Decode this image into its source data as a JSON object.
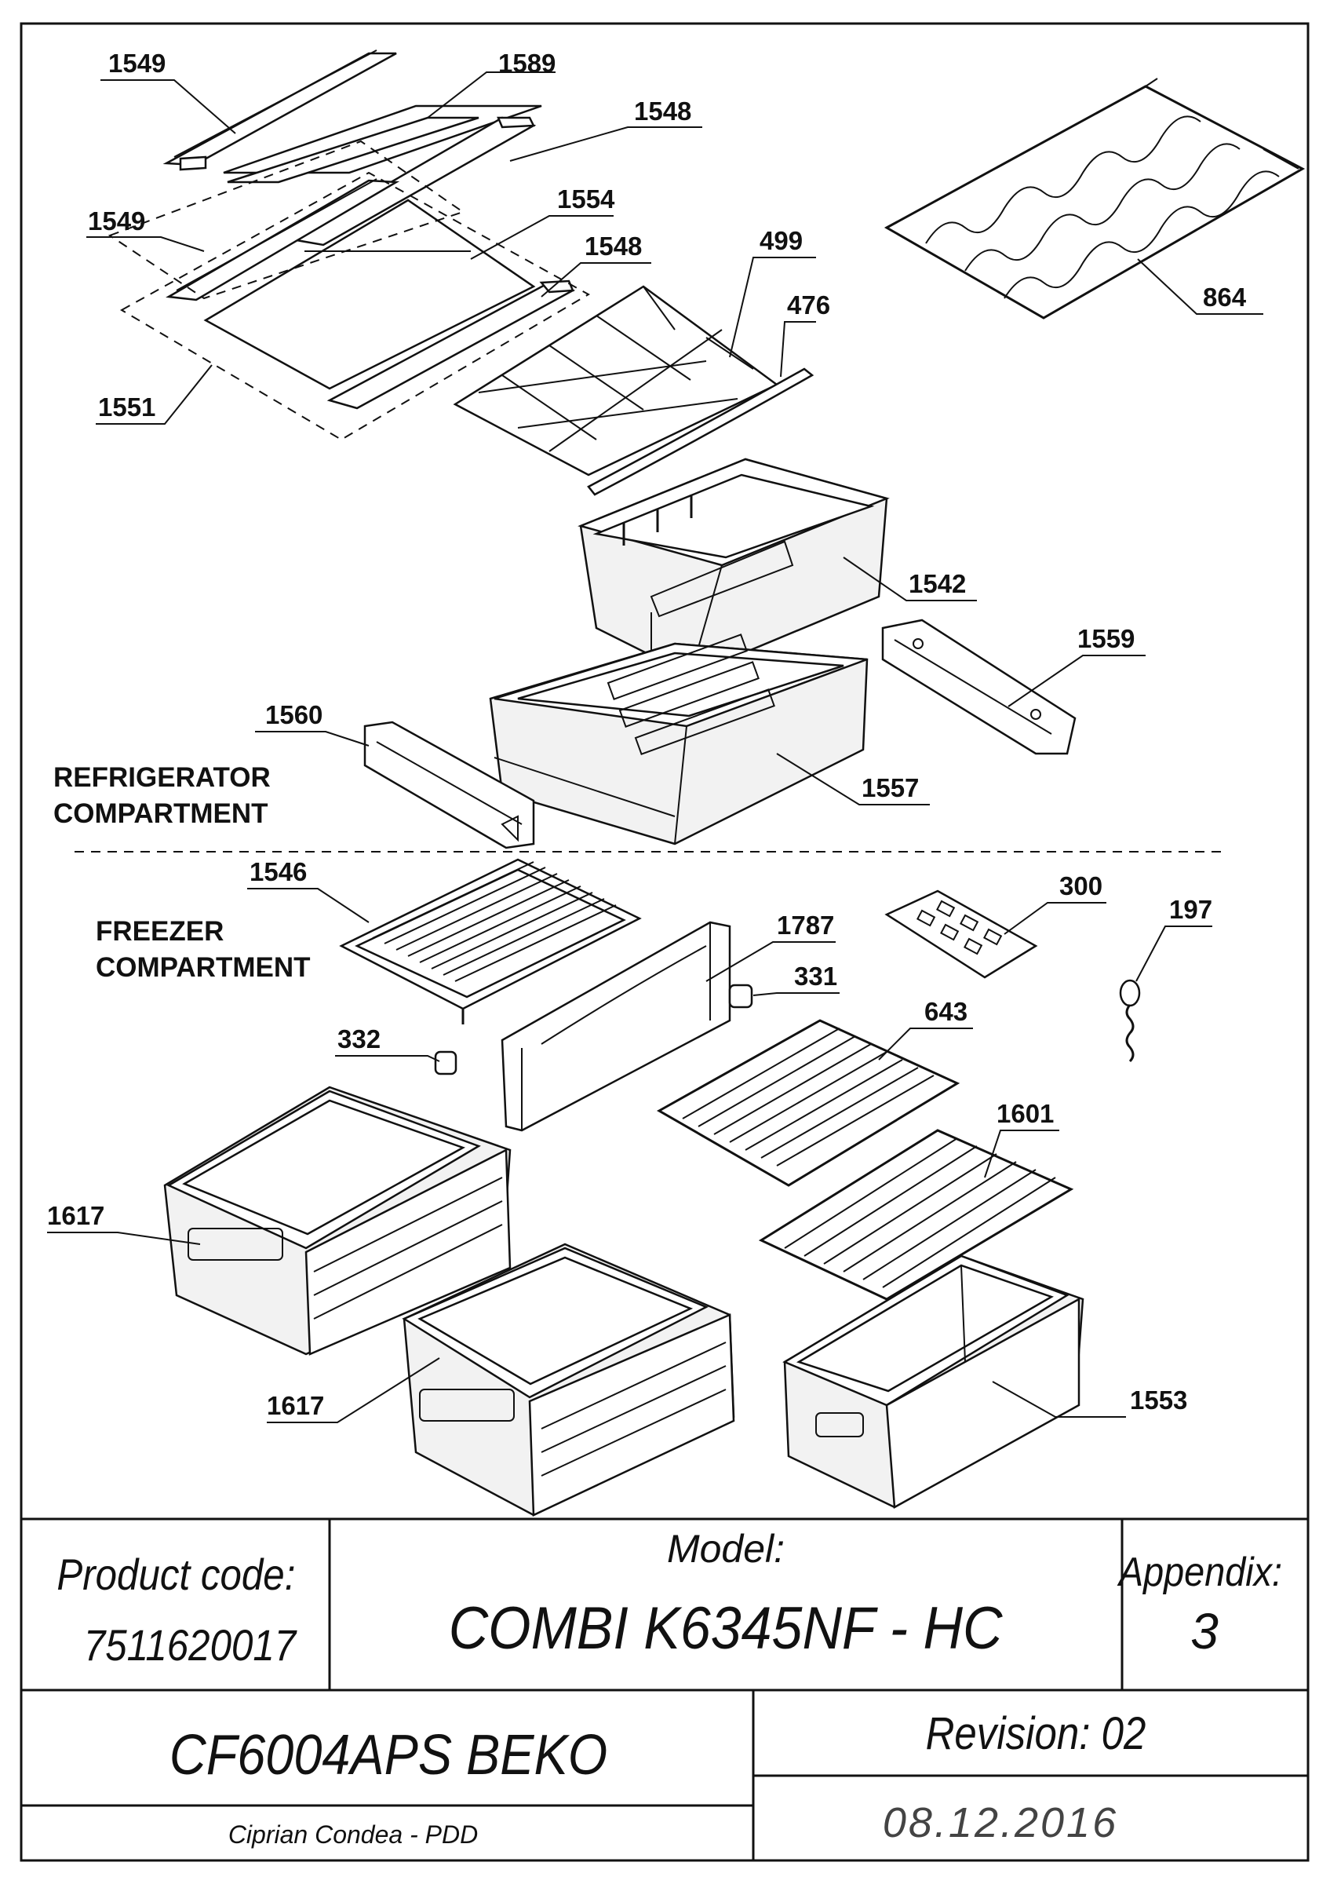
{
  "parts": [
    {
      "id": "p1549a",
      "label": "1549"
    },
    {
      "id": "p1589",
      "label": "1589"
    },
    {
      "id": "p1548a",
      "label": "1548"
    },
    {
      "id": "p1549b",
      "label": "1549"
    },
    {
      "id": "p1554",
      "label": "1554"
    },
    {
      "id": "p1548b",
      "label": "1548"
    },
    {
      "id": "p499",
      "label": "499"
    },
    {
      "id": "p476",
      "label": "476"
    },
    {
      "id": "p1551",
      "label": "1551"
    },
    {
      "id": "p864",
      "label": "864"
    },
    {
      "id": "p1542",
      "label": "1542"
    },
    {
      "id": "p1559",
      "label": "1559"
    },
    {
      "id": "p1560",
      "label": "1560"
    },
    {
      "id": "p1557",
      "label": "1557"
    },
    {
      "id": "p1546",
      "label": "1546"
    },
    {
      "id": "p300",
      "label": "300"
    },
    {
      "id": "p197",
      "label": "197"
    },
    {
      "id": "p1787",
      "label": "1787"
    },
    {
      "id": "p331",
      "label": "331"
    },
    {
      "id": "p643",
      "label": "643"
    },
    {
      "id": "p332",
      "label": "332"
    },
    {
      "id": "p1601",
      "label": "1601"
    },
    {
      "id": "p1617a",
      "label": "1617"
    },
    {
      "id": "p1617b",
      "label": "1617"
    },
    {
      "id": "p1553",
      "label": "1553"
    }
  ],
  "sections": {
    "refrigerator_line1": "REFRIGERATOR",
    "refrigerator_line2": "COMPARTMENT",
    "freezer_line1": "FREEZER",
    "freezer_line2": "COMPARTMENT"
  },
  "title_block": {
    "product_code_label": "Product code:",
    "product_code_value": "7511620017",
    "model_label": "Model:",
    "model_value": "COMBI K6345NF - HC",
    "appendix_label": "Appendix:",
    "appendix_value": "3",
    "product_name": "CF6004APS BEKO",
    "revision": "Revision: 02",
    "author": "Ciprian Condea - PDD",
    "date": "08.12.2016"
  }
}
